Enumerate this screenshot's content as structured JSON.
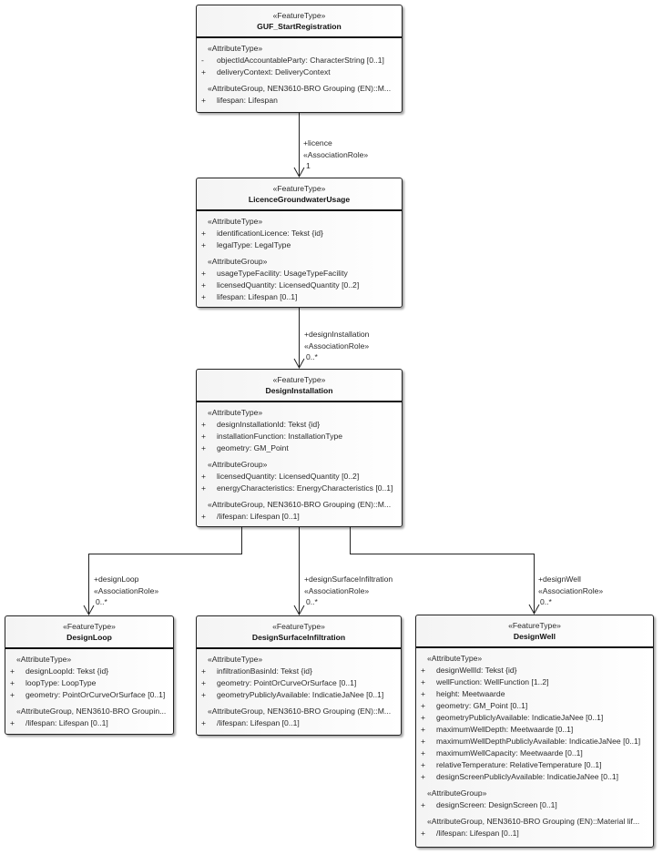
{
  "classes": {
    "guf": {
      "stereotype": "«FeatureType»",
      "name": "GUF_StartRegistration",
      "sections": [
        {
          "header": "«AttributeType»",
          "rows": [
            {
              "vis": "-",
              "text": "objectIdAccountableParty: CharacterString [0..1]"
            },
            {
              "vis": "+",
              "text": "deliveryContext: DeliveryContext"
            }
          ]
        },
        {
          "header": "«AttributeGroup, NEN3610-BRO Grouping (EN)::M...",
          "rows": [
            {
              "vis": "+",
              "text": "lifespan: Lifespan"
            }
          ]
        }
      ]
    },
    "licence": {
      "stereotype": "«FeatureType»",
      "name": "LicenceGroundwaterUsage",
      "sections": [
        {
          "header": "«AttributeType»",
          "rows": [
            {
              "vis": "+",
              "text": "identificationLicence: Tekst {id}"
            },
            {
              "vis": "+",
              "text": "legalType: LegalType"
            }
          ]
        },
        {
          "header": "«AttributeGroup»",
          "rows": [
            {
              "vis": "+",
              "text": "usageTypeFacility: UsageTypeFacility"
            },
            {
              "vis": "+",
              "text": "licensedQuantity: LicensedQuantity [0..2]"
            },
            {
              "vis": "+",
              "text": "lifespan: Lifespan [0..1]"
            }
          ]
        }
      ]
    },
    "installation": {
      "stereotype": "«FeatureType»",
      "name": "DesignInstallation",
      "sections": [
        {
          "header": "«AttributeType»",
          "rows": [
            {
              "vis": "+",
              "text": "designInstallationId: Tekst {id}"
            },
            {
              "vis": "+",
              "text": "installationFunction: InstallationType"
            },
            {
              "vis": "+",
              "text": "geometry: GM_Point"
            }
          ]
        },
        {
          "header": "«AttributeGroup»",
          "rows": [
            {
              "vis": "+",
              "text": "licensedQuantity: LicensedQuantity [0..2]"
            },
            {
              "vis": "+",
              "text": "energyCharacteristics: EnergyCharacteristics [0..1]"
            }
          ]
        },
        {
          "header": "«AttributeGroup, NEN3610-BRO Grouping (EN)::M...",
          "rows": [
            {
              "vis": "+",
              "text": "/lifespan: Lifespan [0..1]"
            }
          ]
        }
      ]
    },
    "loop": {
      "stereotype": "«FeatureType»",
      "name": "DesignLoop",
      "sections": [
        {
          "header": "«AttributeType»",
          "rows": [
            {
              "vis": "+",
              "text": "designLoopId: Tekst {id}"
            },
            {
              "vis": "+",
              "text": "loopType: LoopType"
            },
            {
              "vis": "+",
              "text": "geometry: PointOrCurveOrSurface [0..1]"
            }
          ]
        },
        {
          "header": "«AttributeGroup, NEN3610-BRO Groupin...",
          "rows": [
            {
              "vis": "+",
              "text": "/lifespan: Lifespan [0..1]"
            }
          ]
        }
      ]
    },
    "surface": {
      "stereotype": "«FeatureType»",
      "name": "DesignSurfaceInfiltration",
      "sections": [
        {
          "header": "«AttributeType»",
          "rows": [
            {
              "vis": "+",
              "text": "infiltrationBasinId: Tekst {id}"
            },
            {
              "vis": "+",
              "text": "geometry: PointOrCurveOrSurface [0..1]"
            },
            {
              "vis": "+",
              "text": "geometryPubliclyAvailable: IndicatieJaNee [0..1]"
            }
          ]
        },
        {
          "header": "«AttributeGroup, NEN3610-BRO Grouping (EN)::M...",
          "rows": [
            {
              "vis": "+",
              "text": "/lifespan: Lifespan [0..1]"
            }
          ]
        }
      ]
    },
    "well": {
      "stereotype": "«FeatureType»",
      "name": "DesignWell",
      "sections": [
        {
          "header": "«AttributeType»",
          "rows": [
            {
              "vis": "+",
              "text": "designWellId: Tekst {id}"
            },
            {
              "vis": "+",
              "text": "wellFunction: WellFunction [1..2]"
            },
            {
              "vis": "+",
              "text": "height: Meetwaarde"
            },
            {
              "vis": "+",
              "text": "geometry: GM_Point [0..1]"
            },
            {
              "vis": "+",
              "text": "geometryPubliclyAvailable: IndicatieJaNee [0..1]"
            },
            {
              "vis": "+",
              "text": "maximumWellDepth: Meetwaarde [0..1]"
            },
            {
              "vis": "+",
              "text": "maximumWellDepthPubliclyAvailable: IndicatieJaNee [0..1]"
            },
            {
              "vis": "+",
              "text": "maximumWellCapacity: Meetwaarde [0..1]"
            },
            {
              "vis": "+",
              "text": "relativeTemperature: RelativeTemperature [0..1]"
            },
            {
              "vis": "+",
              "text": "designScreenPubliclyAvailable: IndicatieJaNee [0..1]"
            }
          ]
        },
        {
          "header": "«AttributeGroup»",
          "rows": [
            {
              "vis": "+",
              "text": "designScreen: DesignScreen [0..1]"
            }
          ]
        },
        {
          "header": "«AttributeGroup, NEN3610-BRO Grouping (EN)::Material lif...",
          "rows": [
            {
              "vis": "+",
              "text": "/lifespan: Lifespan [0..1]"
            }
          ]
        }
      ]
    }
  },
  "associations": {
    "licence": {
      "role": "+licence",
      "stereotype": "«AssociationRole»",
      "multiplicity": "1"
    },
    "designInstallation": {
      "role": "+designInstallation",
      "stereotype": "«AssociationRole»",
      "multiplicity": "0..*"
    },
    "designLoop": {
      "role": "+designLoop",
      "stereotype": "«AssociationRole»",
      "multiplicity": "0..*"
    },
    "designSurfaceInfiltration": {
      "role": "+designSurfaceInfiltration",
      "stereotype": "«AssociationRole»",
      "multiplicity": "0..*"
    },
    "designWell": {
      "role": "+designWell",
      "stereotype": "«AssociationRole»",
      "multiplicity": "0..*"
    }
  }
}
